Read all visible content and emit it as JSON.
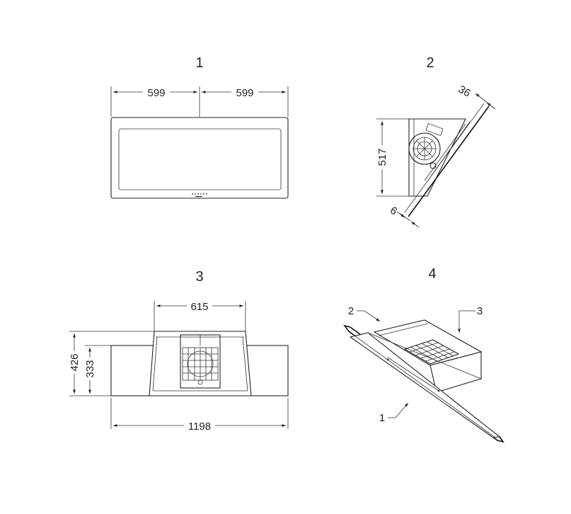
{
  "views": {
    "v1": {
      "number": "1",
      "dim_left": "599",
      "dim_right": "599"
    },
    "v2": {
      "number": "2",
      "dim_height": "517",
      "dim_top": "36",
      "dim_bottom": "6"
    },
    "v3": {
      "number": "3",
      "dim_top": "615",
      "dim_bottom": "1198",
      "dim_outer": "426",
      "dim_inner": "333"
    },
    "v4": {
      "number": "4",
      "callout_1": "1",
      "callout_2": "2",
      "callout_3": "3"
    }
  }
}
